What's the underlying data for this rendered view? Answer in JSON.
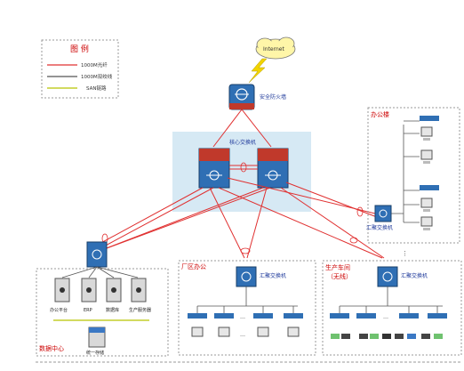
{
  "legend": {
    "title": "图  例",
    "items": [
      {
        "label": "1000M光纤",
        "color": "#e03030"
      },
      {
        "label": "1000M双绞线",
        "color": "#555555"
      },
      {
        "label": "SAN链路",
        "color": "#b8c400"
      }
    ]
  },
  "internet": {
    "label": "Internet"
  },
  "firewall": {
    "label": "安全防火墙"
  },
  "core": {
    "label": "核心交换机"
  },
  "office_building": {
    "title": "办公楼",
    "agg_label": "汇聚交换机"
  },
  "factory_office": {
    "title": "厂区办公",
    "agg_label": "汇聚交换机"
  },
  "production": {
    "title": "生产车间\n（无线）",
    "title_line1": "生产车间",
    "title_line2": "（无线）",
    "agg_label": "汇聚交换机"
  },
  "datacenter": {
    "title": "数据中心",
    "servers": [
      "办公平台",
      "ERP",
      "数据库",
      "生产服务器"
    ],
    "storage": "统一存储"
  },
  "colors": {
    "fiber": "#e03030",
    "twisted": "#555555",
    "san": "#b8c400",
    "panel": "#d6e9f4",
    "accent_blue": "#1f5fa8"
  }
}
